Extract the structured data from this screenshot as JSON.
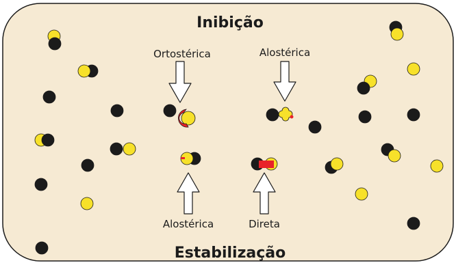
{
  "titles": {
    "top": "Inibição",
    "bottom": "Estabilização"
  },
  "labels": {
    "ortosterica": "Ortostérica",
    "alosterica_top": "Alostérica",
    "alosterica_bottom": "Alostérica",
    "direta": "Direta"
  },
  "colors": {
    "background": "#f6ead3",
    "border": "#1b1b1b",
    "black_particle": "#1b1b1b",
    "yellow_particle": "#f7e12a",
    "inhibitor_red": "#e8232a",
    "arrow_fill": "#ffffff"
  }
}
